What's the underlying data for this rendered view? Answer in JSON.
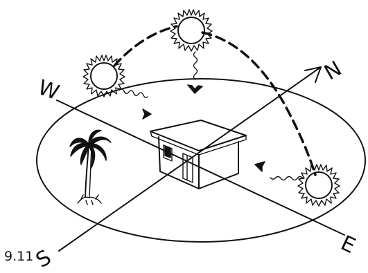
{
  "figure": {
    "number": "9.11"
  },
  "compass": {
    "north": "N",
    "south": "S",
    "east": "E",
    "west": "W"
  },
  "colors": {
    "ink": "#111111",
    "paper": "#ffffff"
  },
  "icons": {
    "sun": "sun-icon",
    "house": "house-icon",
    "tree": "palm-tree-icon",
    "ray": "wavy-ray-arrow-icon"
  }
}
